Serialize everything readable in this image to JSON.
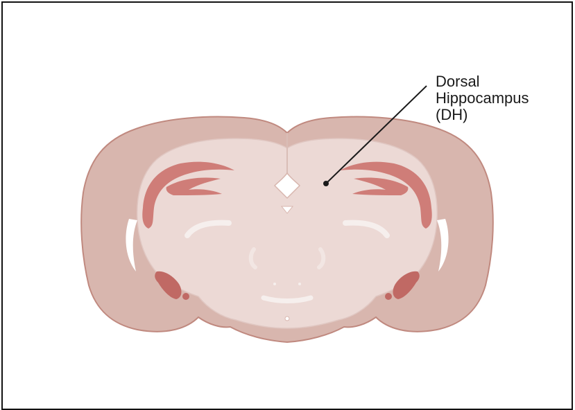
{
  "callout": {
    "line1": "Dorsal",
    "line2": "Hippocampus",
    "line3": "(DH)"
  },
  "colors": {
    "cortex": "#d8b6ae",
    "cortex_outline": "#c0897f",
    "inner": "#ecd9d5",
    "inner_light": "#f2e6e3",
    "hippocampus": "#cf7d78",
    "hippocampus_dark": "#c06964",
    "highlight": "#f6efed",
    "line": "#1a1a1a",
    "frame": "#111111"
  },
  "icons": {
    "diagram": "coronal-brain-section"
  }
}
